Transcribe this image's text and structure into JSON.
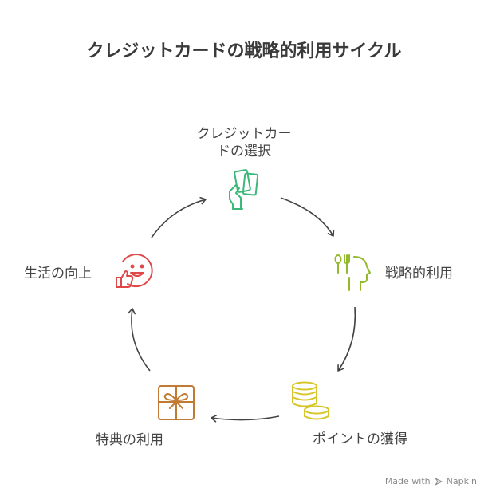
{
  "title": "クレジットカードの戦略的利用サイクル",
  "steps": {
    "card_selection": {
      "line1": "クレジットカー",
      "line2": "ドの選択",
      "icon": "hand-holding-card-icon",
      "color": "#3cb87a"
    },
    "strategic_use": {
      "label": "戦略的利用",
      "icon": "head-with-utensils-icon",
      "color": "#93b92f"
    },
    "points_earned": {
      "label": "ポイントの獲得",
      "icon": "coin-stack-icon",
      "color": "#d7c62a"
    },
    "benefit_use": {
      "label": "特典の利用",
      "icon": "gift-box-icon",
      "color": "#c07a33"
    },
    "life_improvement": {
      "label": "生活の向上",
      "icon": "smiling-thumbs-up-icon",
      "color": "#e04848"
    }
  },
  "footer": {
    "made_with": "Made with",
    "brand": "Napkin"
  }
}
